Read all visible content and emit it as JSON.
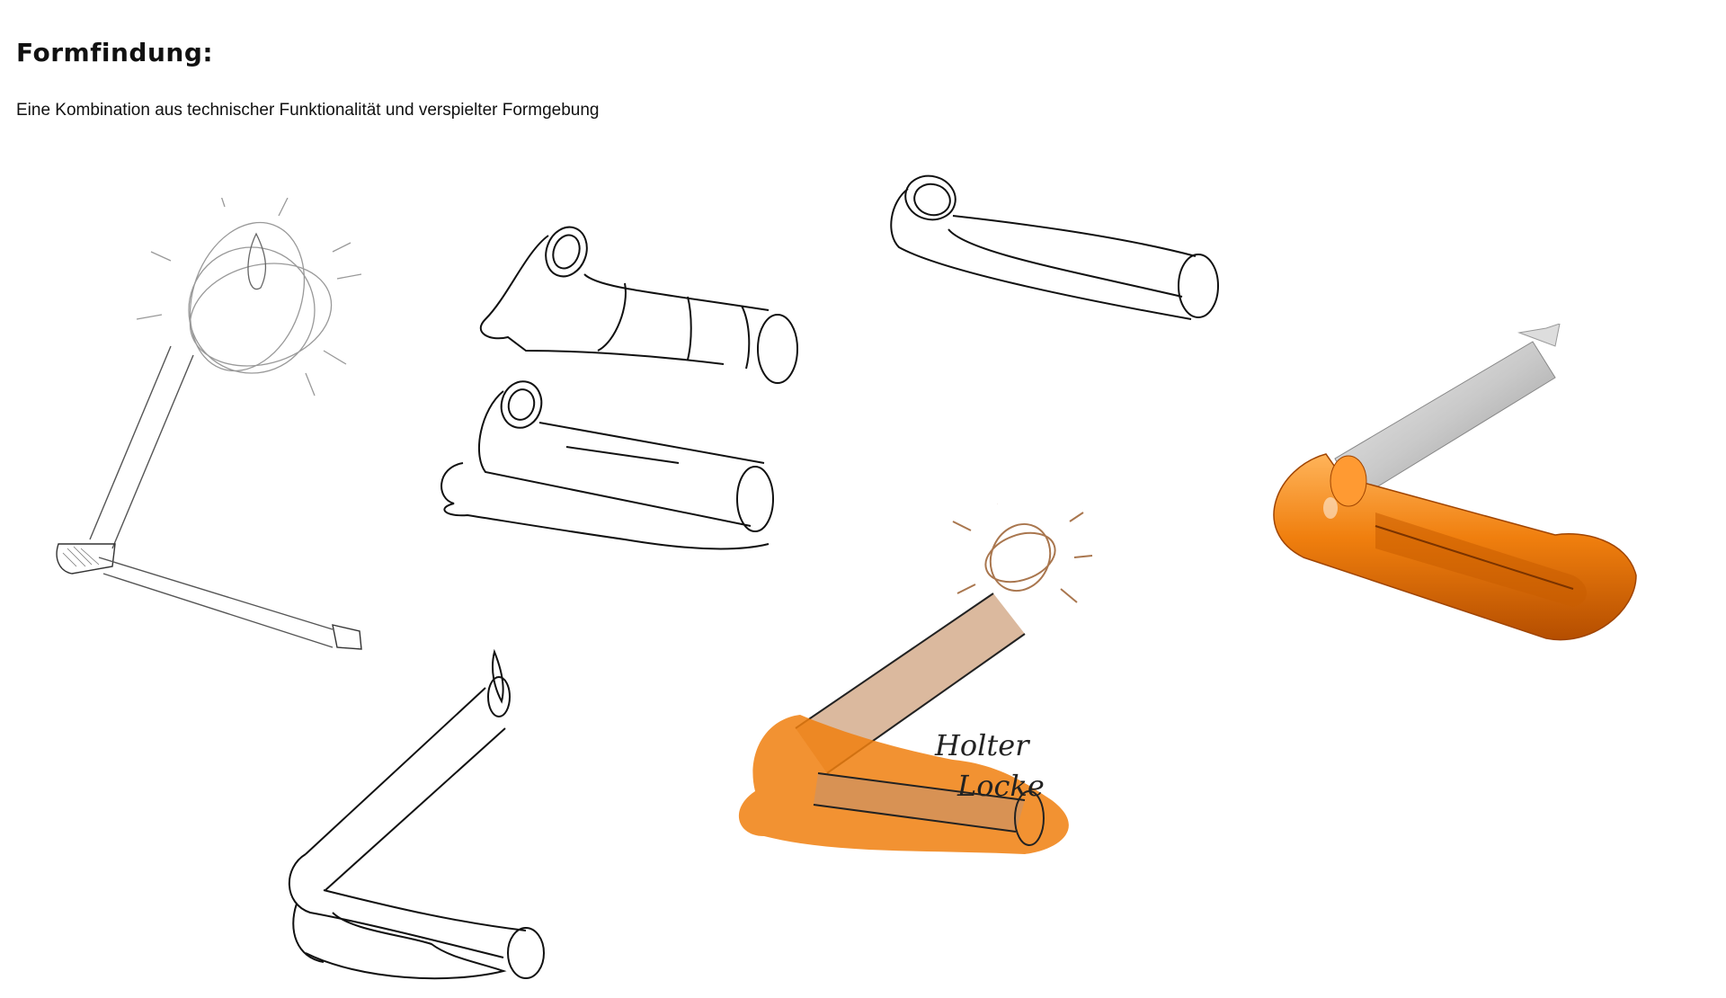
{
  "page": {
    "title": "Formfindung:",
    "subtitle": "Eine Kombination aus technischer Funktionalität und verspielter Formgebung"
  },
  "sketches": {
    "handwriting_line1": "Holter",
    "handwriting_line2": "Locke"
  },
  "colors": {
    "accent_orange": "#f07f0e",
    "candle_grey": "#c9c9c9",
    "sketch_brown": "#a9764e",
    "line": "#111111"
  },
  "icons": {
    "sketch_1": "candle-holder-pencil-sketch",
    "sketch_2": "curved-handle-sketch",
    "sketch_3": "tube-holder-outline-sketch",
    "sketch_4": "melted-base-sketch",
    "sketch_5": "candle-holder-lumpy-sketch",
    "sketch_6": "colored-candle-sketch",
    "render": "orange-candle-holder-render"
  }
}
